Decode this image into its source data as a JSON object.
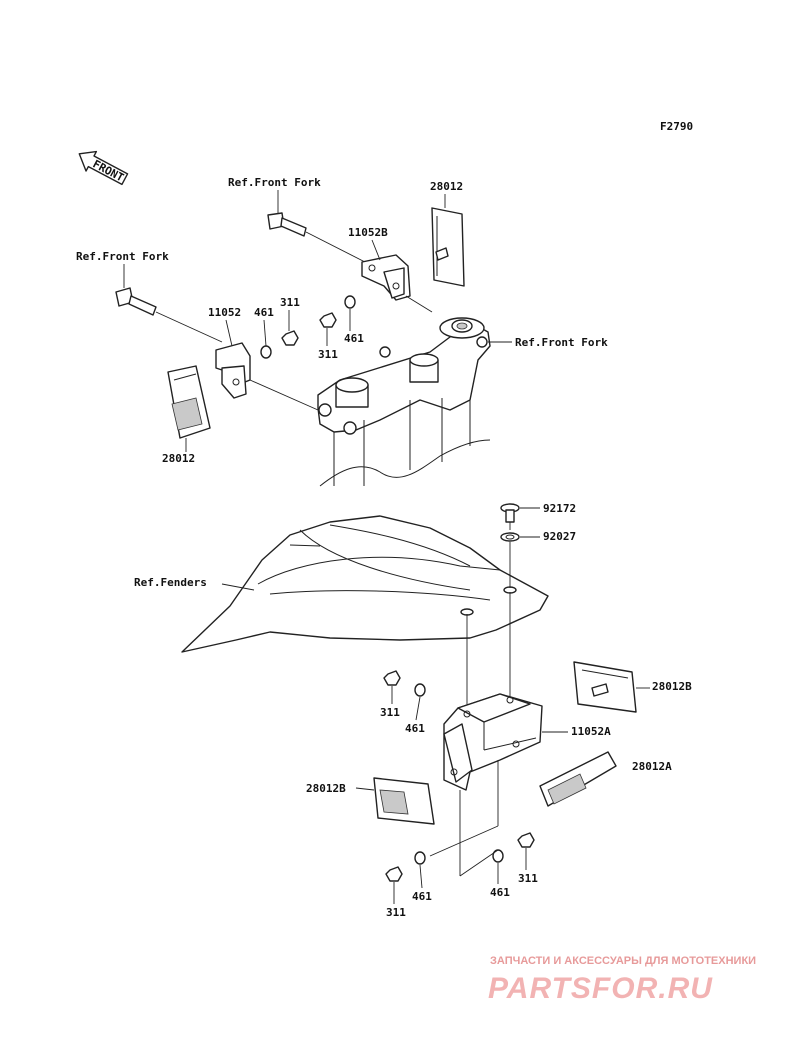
{
  "figure_code": "F2790",
  "direction_label": "FRONT",
  "references": {
    "front_fork_upper": "Ref.Front Fork",
    "front_fork_left": "Ref.Front Fork",
    "front_fork_right": "Ref.Front Fork",
    "fenders": "Ref.Fenders"
  },
  "part_numbers": {
    "p28012_top": "28012",
    "p11052B": "11052B",
    "p11052": "11052",
    "p461_a": "461",
    "p311_a": "311",
    "p311_b": "311",
    "p461_b": "461",
    "p28012_left": "28012",
    "p92172": "92172",
    "p92027": "92027",
    "p311_c": "311",
    "p461_c": "461",
    "p28012B_right": "28012B",
    "p11052A": "11052A",
    "p28012A": "28012A",
    "p28012B_left": "28012B",
    "p311_d": "311",
    "p461_d": "461",
    "p461_e": "461",
    "p311_e": "311"
  },
  "watermark": {
    "tagline": "ЗАПЧАСТИ И АКСЕССУАРЫ ДЛЯ МОТОТЕХНИКИ",
    "brand": "PARTSFOR.RU"
  }
}
